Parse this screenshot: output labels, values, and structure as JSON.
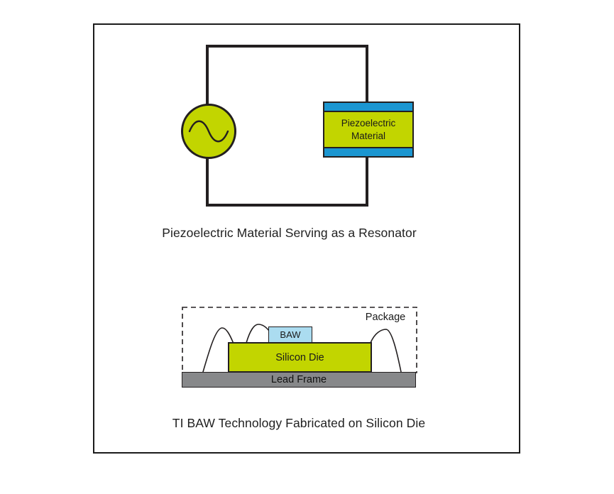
{
  "figure": {
    "resonator": {
      "component_label": "Piezoelectric Material",
      "caption": "Piezoelectric Material Serving as a Resonator"
    },
    "baw_package": {
      "package_label": "Package",
      "baw_label": "BAW",
      "die_label": "Silicon Die",
      "lead_frame_label": "Lead Frame",
      "caption": "TI BAW Technology Fabricated on Silicon Die"
    }
  },
  "colors": {
    "accent_green": "#c2d500",
    "electrode_blue": "#1b96d1",
    "baw_blue": "#abdcf0",
    "lead_frame_gray": "#87888a",
    "line_black": "#231f20"
  }
}
